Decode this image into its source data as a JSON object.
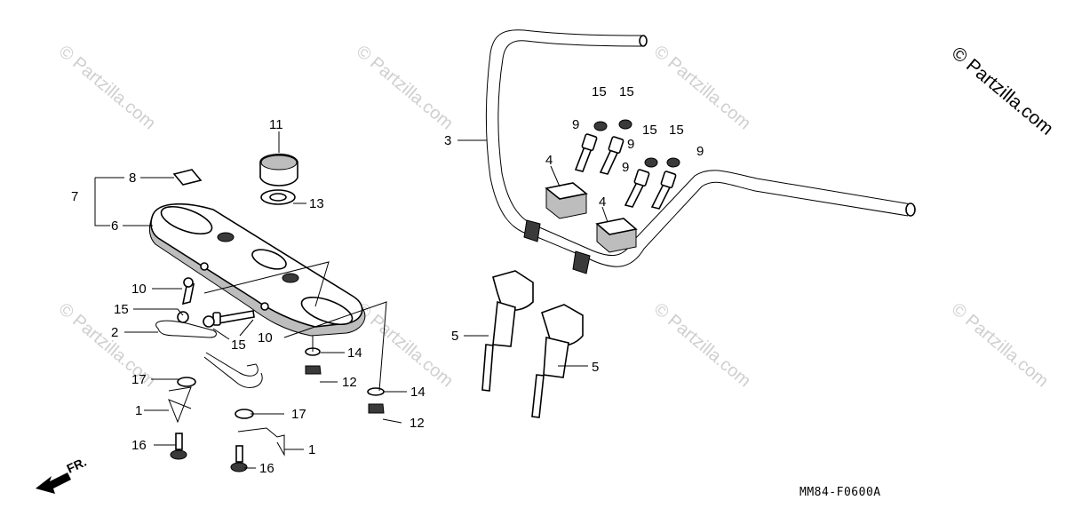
{
  "copyright": "© Partzilla.com",
  "watermark_text": "© Partzilla.com",
  "diagram_code": "MM84-F0600A",
  "direction_label": "FR.",
  "callouts": {
    "c1a": "1",
    "c1b": "1",
    "c2": "2",
    "c3": "3",
    "c4a": "4",
    "c4b": "4",
    "c5a": "5",
    "c5b": "5",
    "c6": "6",
    "c7": "7",
    "c8": "8",
    "c9a": "9",
    "c9b": "9",
    "c9c": "9",
    "c9d": "9",
    "c10a": "10",
    "c10b": "10",
    "c11": "11",
    "c12a": "12",
    "c12b": "12",
    "c13": "13",
    "c14a": "14",
    "c14b": "14",
    "c15a": "15",
    "c15b": "15",
    "c15c": "15",
    "c15d": "15",
    "c15e": "15",
    "c15f": "15",
    "c16a": "16",
    "c16b": "16",
    "c17a": "17",
    "c17b": "17"
  },
  "colors": {
    "line": "#000000",
    "watermark": "#cfcfcf",
    "background": "#ffffff"
  }
}
